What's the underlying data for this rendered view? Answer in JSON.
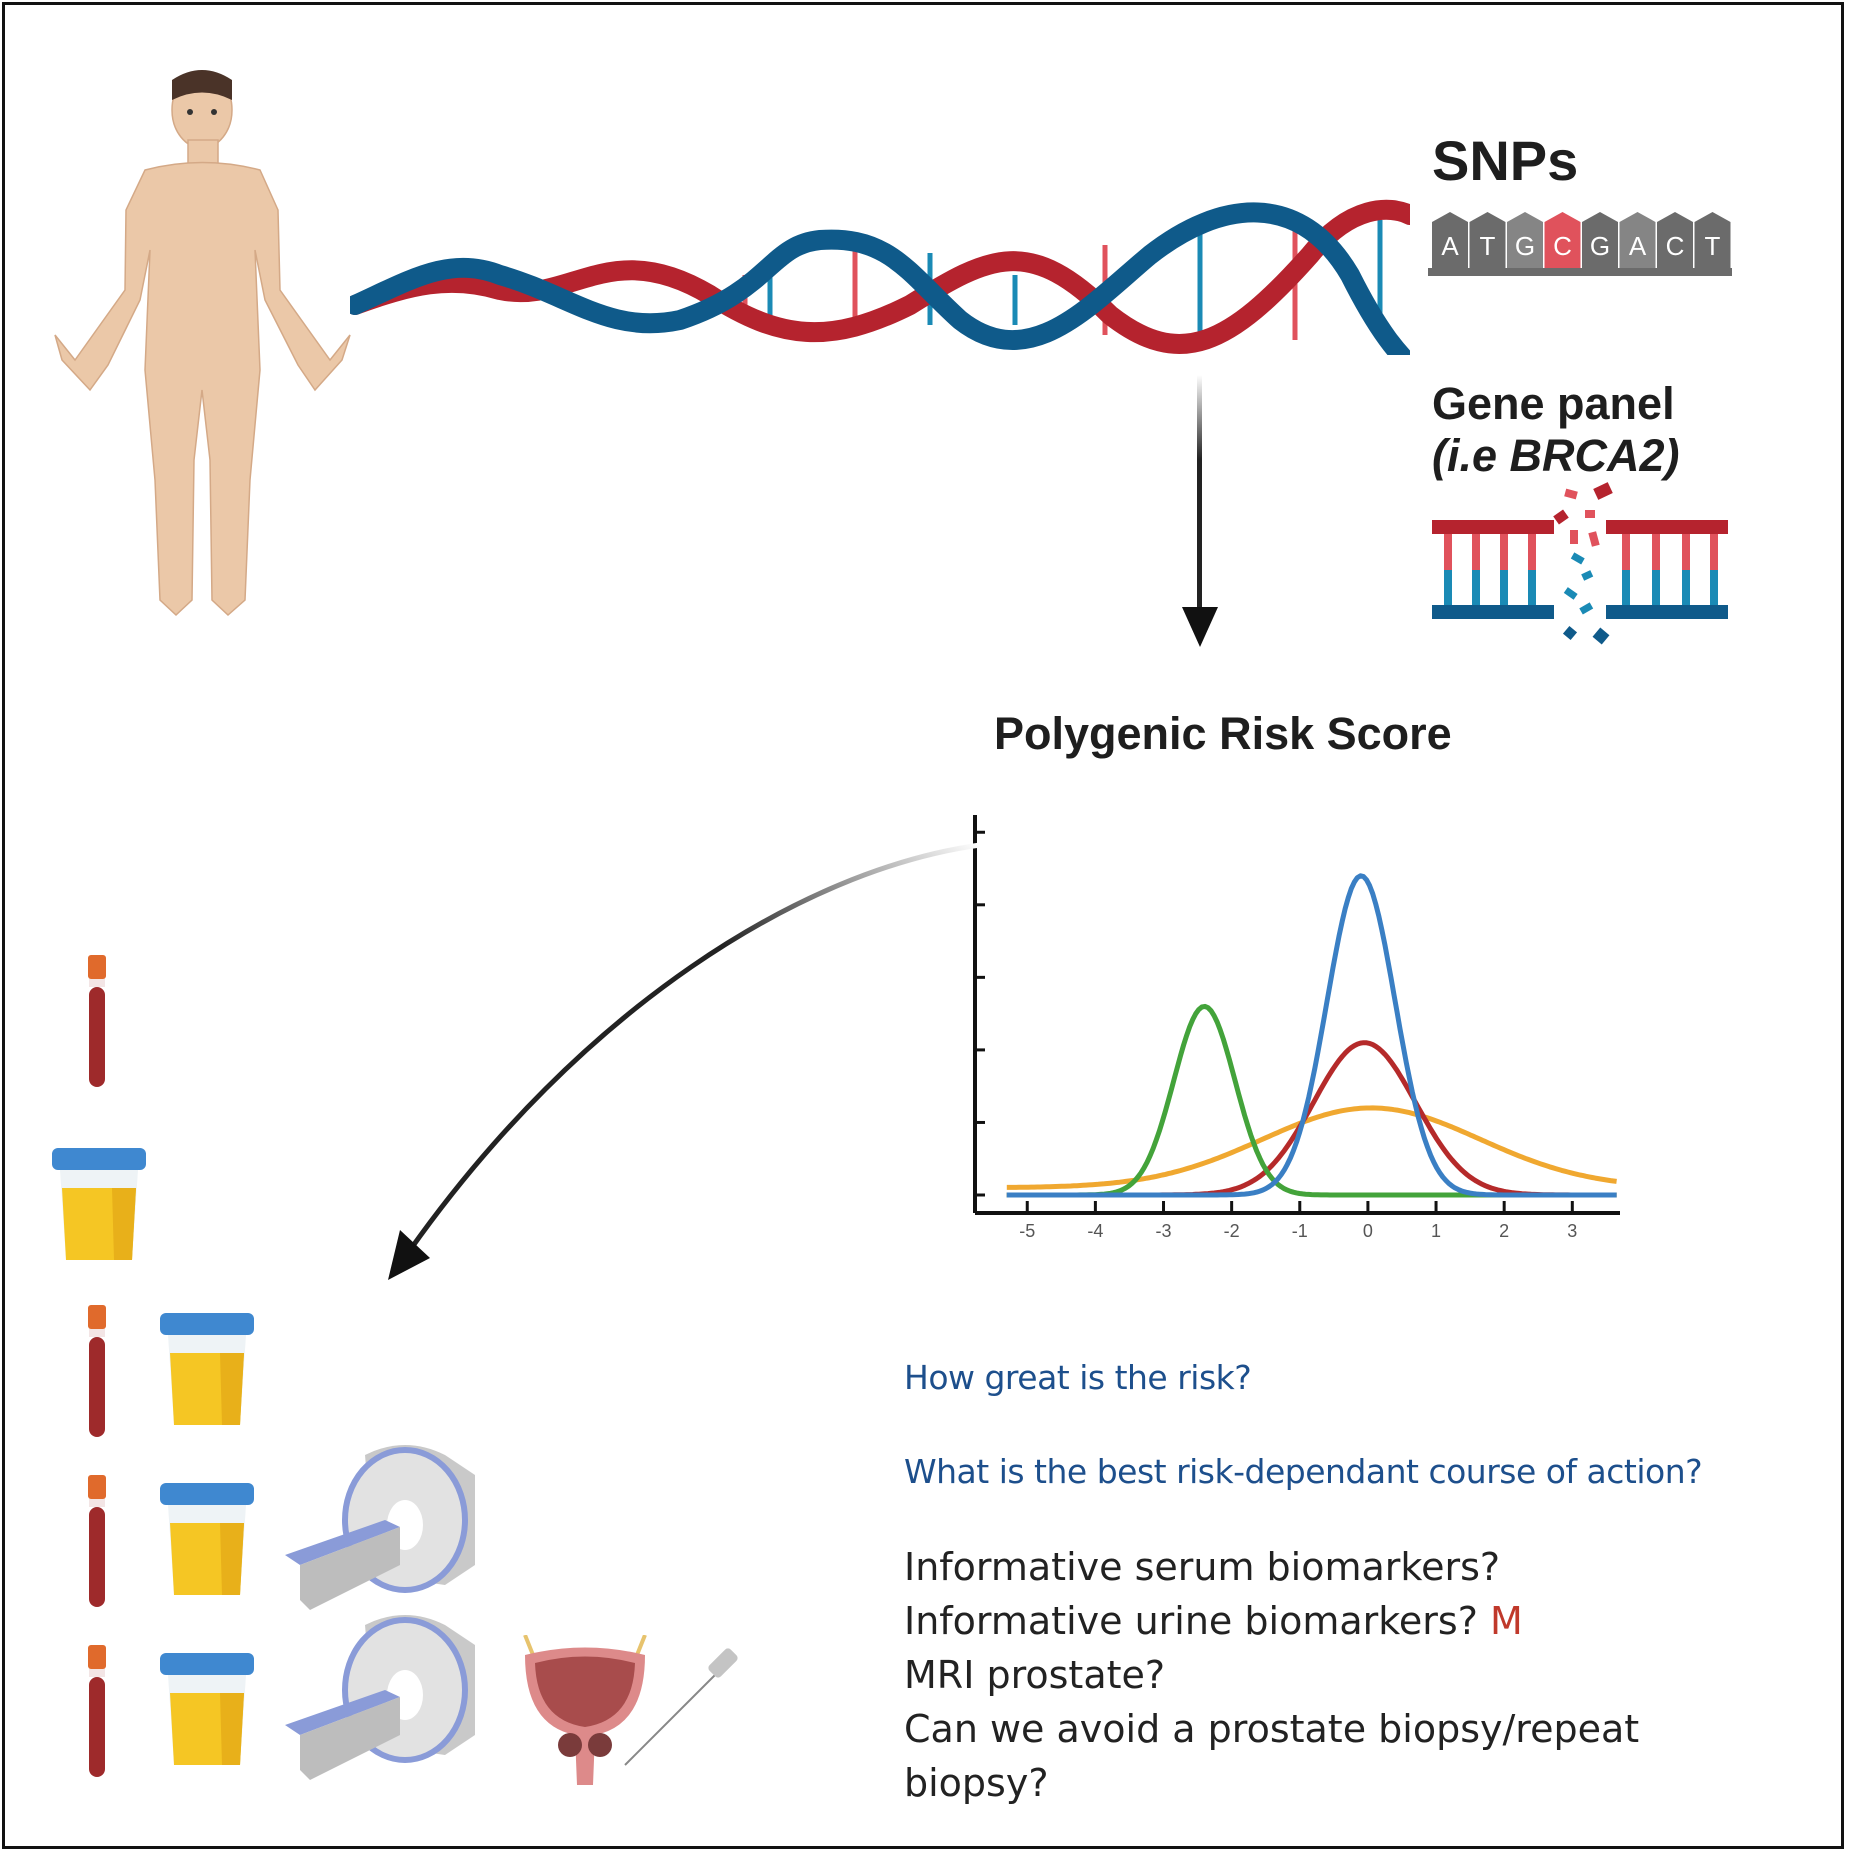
{
  "figure": {
    "snps": {
      "title": "SNPs",
      "sequence": [
        "A",
        "T",
        "G",
        "C",
        "G",
        "A",
        "C",
        "T"
      ],
      "highlighted_index": 3,
      "highlight_color": "#e0525c",
      "base_color": "#6b6b6b"
    },
    "gene_panel": {
      "title": "Gene panel",
      "subtitle": "(i.e BRCA2)"
    },
    "prs": {
      "title": "Polygenic Risk Score"
    },
    "questions": {
      "q1": "How great is the risk?",
      "q2": "What is the best risk-dependant course of action?",
      "items": [
        "Informative serum biomarkers?",
        "Informative urine biomarkers?",
        "MRI prostate?",
        "Can we avoid a prostate biopsy/repeat",
        "biopsy?"
      ],
      "stray_mark": "M"
    },
    "test_rows": [
      [
        "blood-tube"
      ],
      [
        "urine-cup"
      ],
      [
        "blood-tube",
        "urine-cup"
      ],
      [
        "blood-tube",
        "urine-cup",
        "mri-scanner"
      ],
      [
        "blood-tube",
        "urine-cup",
        "mri-scanner",
        "prostate",
        "biopsy-needle"
      ]
    ],
    "colors": {
      "dna_red": "#b5232e",
      "dna_blue": "#0f5a8a",
      "question_blue": "#1d4f8c"
    }
  },
  "chart_data": {
    "type": "line",
    "title": "Polygenic Risk Score",
    "xlabel": "",
    "ylabel": "",
    "x_ticks": [
      "-5",
      "-4",
      "-3",
      "-2",
      "-1",
      "0",
      "1",
      "2",
      "3"
    ],
    "xlim": [
      -5.4,
      3.7
    ],
    "ylim": [
      0,
      5.1
    ],
    "y_ticks_count": 6,
    "grid": false,
    "legend": "none",
    "series": [
      {
        "name": "green",
        "color": "#43a33a",
        "mean": -2.4,
        "sd": 0.45,
        "peak": 2.6,
        "baseline": 0.0
      },
      {
        "name": "blue",
        "color": "#3a7fc4",
        "mean": -0.1,
        "sd": 0.5,
        "peak": 4.4,
        "baseline": 0.0
      },
      {
        "name": "red",
        "color": "#b52a2a",
        "mean": -0.05,
        "sd": 0.75,
        "peak": 2.1,
        "baseline": 0.0
      },
      {
        "name": "orange",
        "color": "#f0a830",
        "mean": 0.05,
        "sd": 1.6,
        "peak": 1.1,
        "baseline": 0.1
      }
    ]
  }
}
